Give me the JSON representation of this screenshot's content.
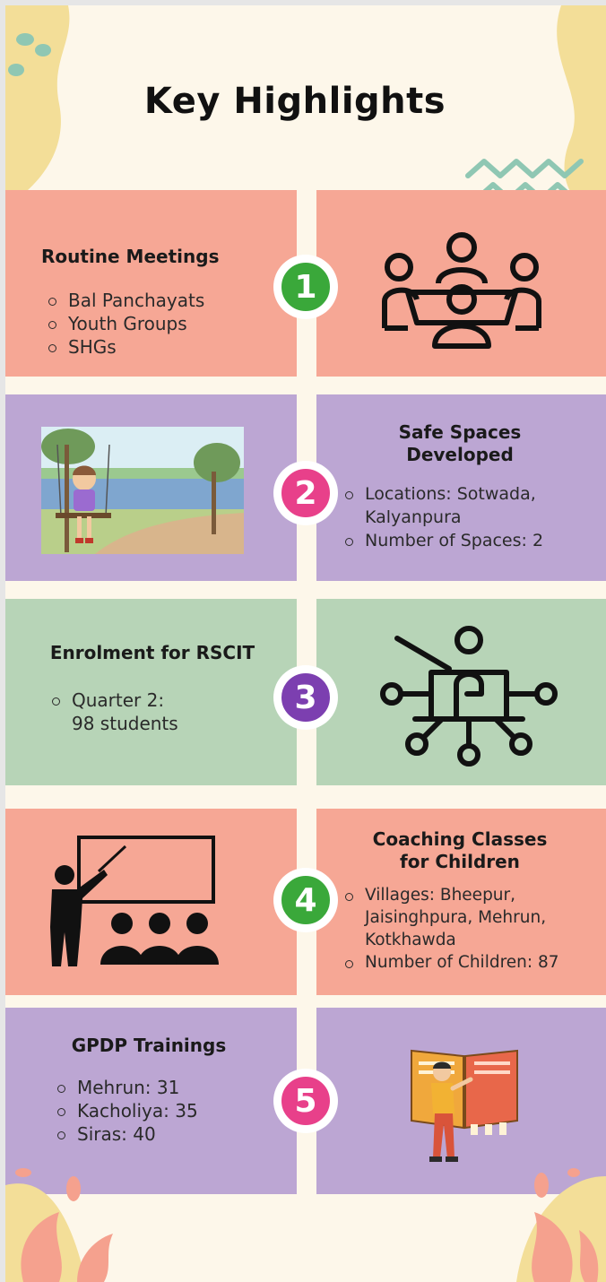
{
  "title": "Key Highlights",
  "colors": {
    "background": "#fdf7ea",
    "salmon": "#f6a795",
    "purple": "#bca6d3",
    "green": "#b7d4b7",
    "badge_green": "#3aa83a",
    "badge_pink": "#e8408a",
    "badge_purple": "#7c3fb0"
  },
  "sections": [
    {
      "number": "1",
      "heading": "Routine Meetings",
      "items": [
        "Bal Panchayats",
        "Youth Groups",
        "SHGs"
      ],
      "icon": "meeting-table-icon"
    },
    {
      "number": "2",
      "heading_lines": [
        "Safe Spaces",
        "Developed"
      ],
      "items": [
        "Locations: Sotwada, Kalyanpura",
        "Number of Spaces: 2"
      ],
      "illustration": "child-on-swing-illustration"
    },
    {
      "number": "3",
      "heading": "Enrolment for RSCIT",
      "items_lines": [
        "Quarter 2:",
        "98 students"
      ],
      "icon": "computer-training-icon"
    },
    {
      "number": "4",
      "heading_lines": [
        "Coaching Classes",
        "for Children"
      ],
      "items": [
        "Villages: Bheepur, Jaisinghpura, Mehrun, Kotkhawda",
        "Number of Children: 87"
      ],
      "icon": "classroom-teacher-icon"
    },
    {
      "number": "5",
      "heading": "GPDP Trainings",
      "items": [
        "Mehrun: 31",
        "Kacholiya: 35",
        "Siras: 40"
      ],
      "illustration": "person-with-book-illustration"
    }
  ]
}
